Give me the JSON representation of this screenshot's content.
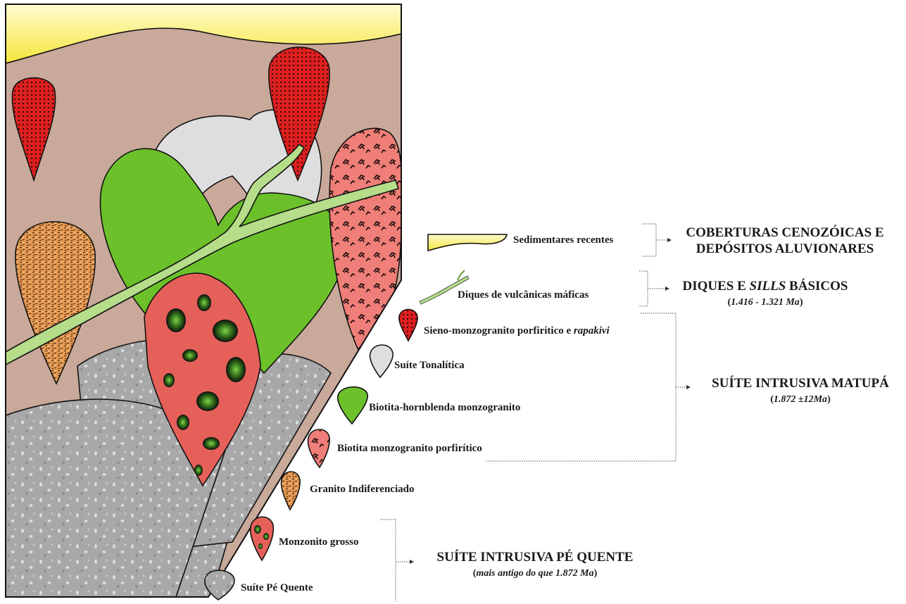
{
  "colors": {
    "sediment": "#fff27a",
    "host_rock": "#c9a99a",
    "tonalite": "#dedede",
    "biotite_hornblende": "#6cc12a",
    "biotite_porphyritic": "#ef7f78",
    "sieno_monzogranite": "#dd1f1f",
    "granite_undiff": "#e69a52",
    "monzonite": "#e6605a",
    "pe_quente": "#a8a8a8",
    "dike": "#b5dd8a"
  },
  "legend": {
    "sedimentares": "Sedimentares recentes",
    "diques": "Diques de vulcânicas máficas",
    "sieno_pre": "Sieno-monzogranito porfirítico e ",
    "sieno_italic": "rapakivi",
    "tonalitica": "Suíte Tonalítica",
    "biotita_hornblenda": "Biotita-hornblenda monzogranito",
    "biotita_porfiritico": "Biotita monzogranito porfirítico",
    "granito": "Granito Indiferenciado",
    "monzonito": "Monzonito grosso",
    "pe_quente": "Suíte Pé Quente"
  },
  "groups": {
    "coberturas_line1": "COBERTURAS CENOZÓICAS E",
    "coberturas_line2": "DEPÓSITOS ALUVIONARES",
    "diques_pre": "DIQUES E ",
    "diques_italic": "SILLS",
    "diques_post": " BÁSICOS",
    "diques_age_paren_open": "(",
    "diques_age": "1.416 - 1.321 Ma",
    "diques_age_paren_close": ")",
    "matupa": "SUÍTE INTRUSIVA MATUPÁ",
    "matupa_age_paren_open": "(",
    "matupa_age": "1.872 ±12Ma",
    "matupa_age_paren_close": ")",
    "pe_quente": "SUÍTE INTRUSIVA PÉ QUENTE",
    "pe_quente_age_paren_open": "(",
    "pe_quente_age": "mais antigo do que 1.872 Ma",
    "pe_quente_age_paren_close": ")"
  }
}
